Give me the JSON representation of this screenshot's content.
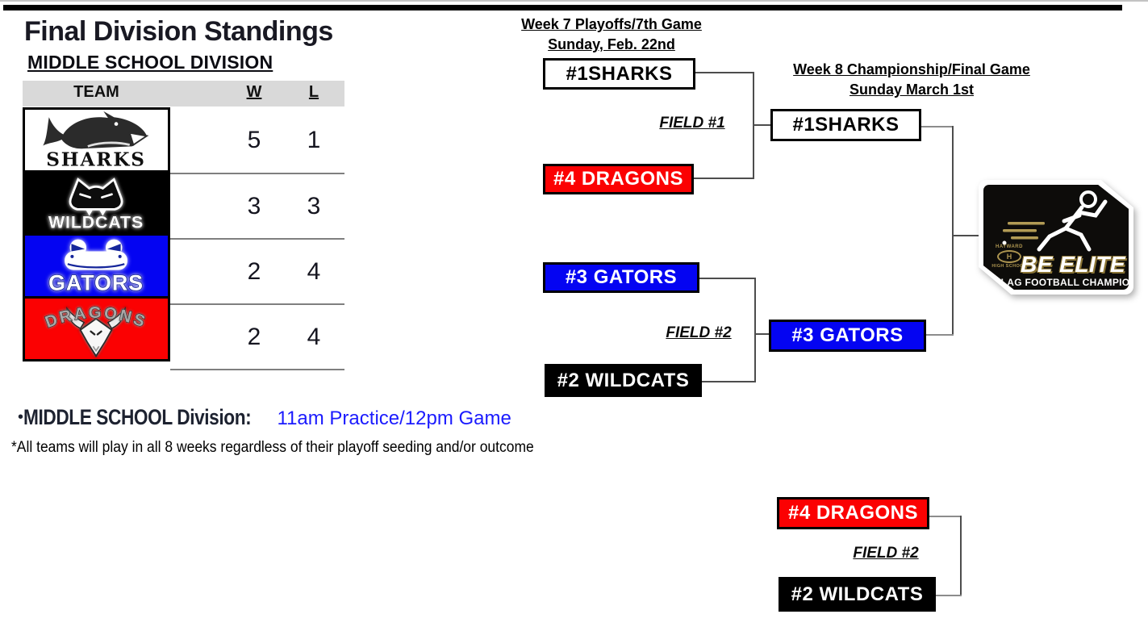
{
  "page": {
    "title": "Final Division Standings",
    "subtitle": "MIDDLE SCHOOL DIVISION"
  },
  "standings": {
    "headers": {
      "team": "TEAM",
      "wins": "W",
      "losses": "L"
    },
    "rows": [
      {
        "name": "Sharks",
        "logo_text": "SHARKS",
        "wins": "5",
        "losses": "1",
        "color": "#ffffff"
      },
      {
        "name": "Wildcats",
        "logo_text": "WILDCATS",
        "wins": "3",
        "losses": "3",
        "color": "#000000"
      },
      {
        "name": "Gators",
        "logo_text": "GATORS",
        "wins": "2",
        "losses": "4",
        "color": "#0404f2"
      },
      {
        "name": "Dragons",
        "logo_text": "DRAGONS",
        "wins": "2",
        "losses": "4",
        "color": "#fb0102"
      }
    ]
  },
  "bracket": {
    "week7_title": "Week 7 Playoffs/7th Game",
    "week7_date": "Sunday, Feb. 22nd",
    "week8_title": "Week 8 Championship/Final Game",
    "week8_date": "Sunday March 1st",
    "semifinal1": {
      "seed_top": "#1SHARKS",
      "seed_bottom": "#4 DRAGONS",
      "field": "FIELD #1",
      "winner": "#1SHARKS"
    },
    "semifinal2": {
      "seed_top": "#3 GATORS",
      "seed_bottom": "#2 WILDCATS",
      "field": "FIELD #2",
      "winner": "#3 GATORS"
    },
    "consolation": {
      "seed_top": "#4 DRAGONS",
      "seed_bottom": "#2 WILDCATS",
      "field": "FIELD #2"
    }
  },
  "badge": {
    "school_name": "HAYWARD",
    "school_type": "HIGH SCHOOL",
    "school_letter": "H",
    "title": "BE ELITE",
    "subtitle": "FLAG FOOTBALL CHAMPIONS"
  },
  "info": {
    "bullet": "•",
    "division_label": "MIDDLE SCHOOL Division:",
    "division_time": "11am Practice/12pm Game",
    "footnote": "*All teams will play in all 8 weeks regardless of their playoff seeding and/or outcome"
  },
  "colors": {
    "team_red": "#fb0102",
    "team_blue": "#0404f2",
    "header_gray": "#d9d9d9",
    "time_blue": "#1b1bfe",
    "badge_gold": "#ad9550",
    "bracket_line": "#4d4d4d"
  }
}
